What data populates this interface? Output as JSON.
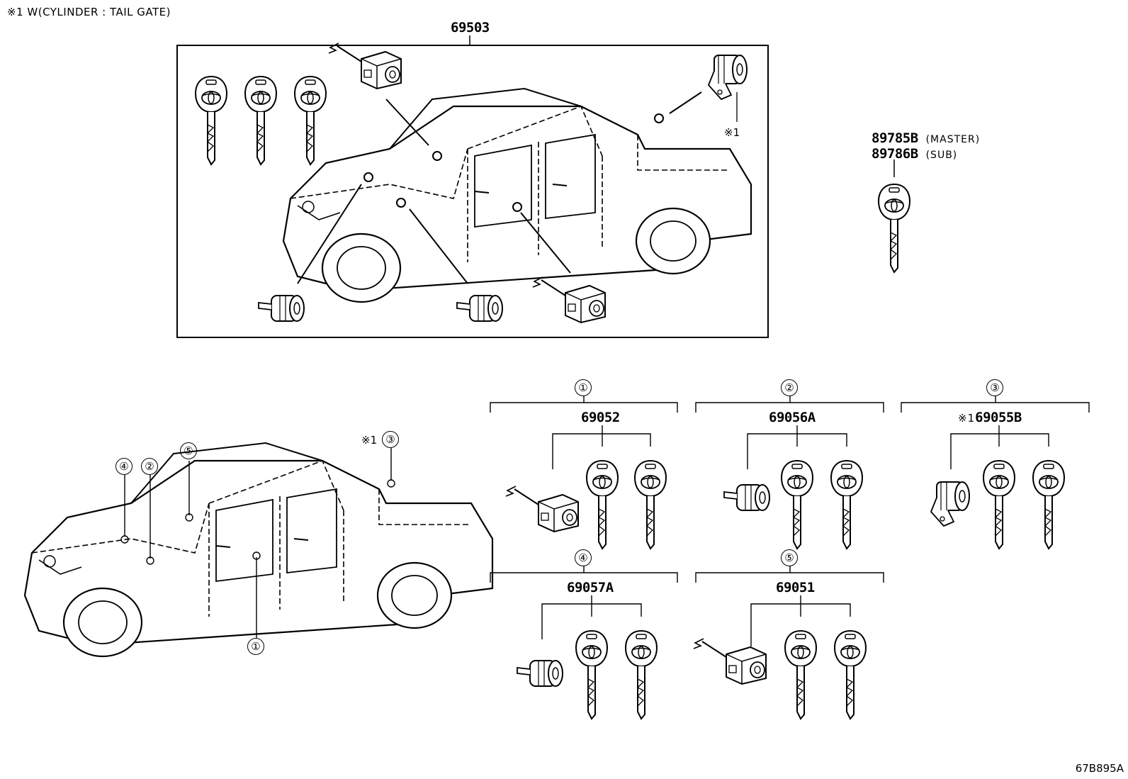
{
  "note": "※1 W(CYLINDER : TAIL GATE)",
  "kit": {
    "code": "69503"
  },
  "key_master": {
    "code": "89785B",
    "label": "(MASTER)"
  },
  "key_sub": {
    "code": "89786B",
    "label": "(SUB)"
  },
  "mark_symbol": "※1",
  "groups": [
    {
      "index": "①",
      "code": "69052"
    },
    {
      "index": "②",
      "code": "69056A"
    },
    {
      "index": "③",
      "code": "69055B",
      "prefix": "※1"
    },
    {
      "index": "④",
      "code": "69057A"
    },
    {
      "index": "⑤",
      "code": "69051"
    }
  ],
  "truck_callouts": [
    "④",
    "②",
    "⑤",
    "③",
    "①"
  ],
  "reference": "67B895A"
}
